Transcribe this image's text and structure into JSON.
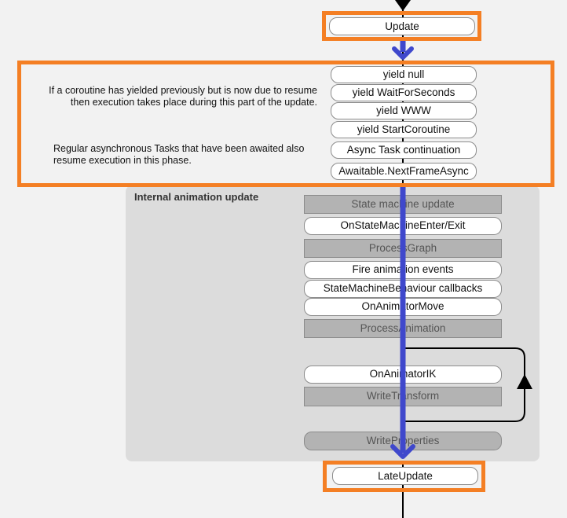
{
  "colors": {
    "highlight": "#f47f24",
    "flow_arrow": "#3f48cc",
    "panel": "#dcdcdc",
    "node_gray": "#b3b3b3"
  },
  "icons": [
    "arrow-down-icon",
    "loop-arrow-up-icon"
  ],
  "update": {
    "label": "Update"
  },
  "coroutine_section": {
    "note1": "If a coroutine has yielded previously but is now due to resume then execution takes place during this part of the update.",
    "note2": "Regular asynchronous Tasks that have been awaited also resume execution in this phase.",
    "items": [
      "yield null",
      "yield WaitForSeconds",
      "yield WWW",
      "yield StartCoroutine",
      "Async Task continuation",
      "Awaitable.NextFrameAsync"
    ]
  },
  "animation_section": {
    "title": "Internal animation update",
    "items": [
      "State machine update",
      "OnStateMachineEnter/Exit",
      "ProcessGraph",
      "Fire animation events",
      "StateMachineBehaviour callbacks",
      "OnAnimatorMove",
      "ProcessAnimation",
      "OnAnimatorIK",
      "WriteTransform",
      "WriteProperties"
    ]
  },
  "late_update": {
    "label": "LateUpdate"
  }
}
